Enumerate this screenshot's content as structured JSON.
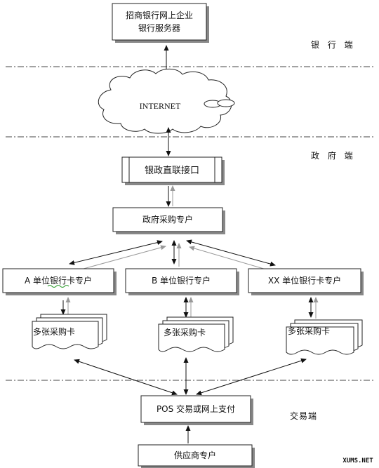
{
  "zones": {
    "bank": "银 行 端",
    "government": "政 府 端",
    "transaction": "交易端"
  },
  "nodes": {
    "bank_server_line1": "招商银行网上企业",
    "bank_server_line2": "银行服务器",
    "internet": "INTERNET",
    "gov_bank_interface": "银政直联接口",
    "gov_purchase_account": "政府采购专户",
    "unit_a": "A 单位银行卡专户",
    "unit_b": "B 单位银行专户",
    "unit_xx": "XX 单位银行卡专户",
    "cards_a": "多张采购卡",
    "cards_b": "多张采购卡",
    "cards_xx": "多张采购卡",
    "pos_payment": "POS 交易或网上支付",
    "supplier_account": "供应商专户"
  },
  "watermark": "XUMS.NET"
}
